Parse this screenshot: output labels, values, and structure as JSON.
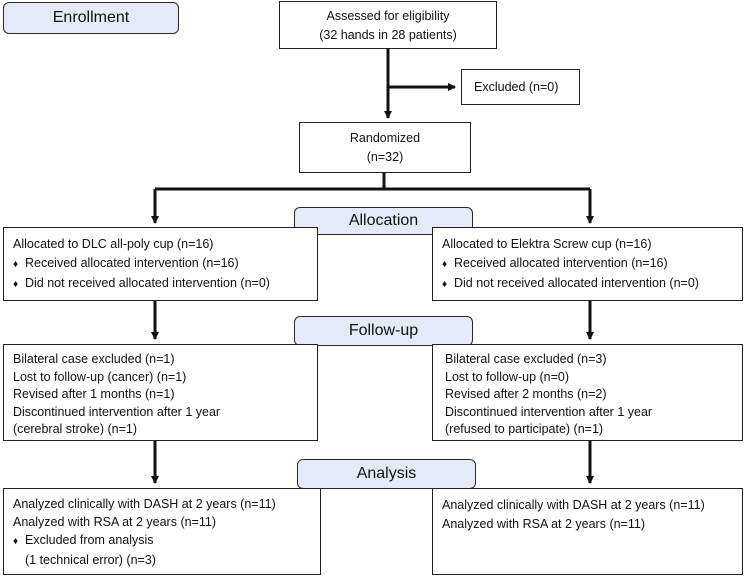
{
  "stages": {
    "enrollment": "Enrollment",
    "allocation": "Allocation",
    "followup": "Follow-up",
    "analysis": "Analysis"
  },
  "assessed": {
    "line1": "Assessed for eligibility",
    "line2": "(32 hands in 28 patients)"
  },
  "excluded": "Excluded (n=0)",
  "randomized": {
    "line1": "Randomized",
    "line2": "(n=32)"
  },
  "allocation_left": {
    "title": "Allocated to DLC all-poly cup (n=16)",
    "b1": "Received allocated intervention (n=16)",
    "b2": "Did not received allocated intervention (n=0)"
  },
  "allocation_right": {
    "title": "Allocated to Elektra Screw cup (n=16)",
    "b1": "Received allocated intervention (n=16)",
    "b2": "Did not received allocated intervention (n=0)"
  },
  "followup_left": {
    "l1": "Bilateral case excluded (n=1)",
    "l2": "Lost to follow-up (cancer) (n=1)",
    "l3": "Revised after 1 months (n=1)",
    "l4": "Discontinued intervention after 1 year",
    "l5": "(cerebral stroke) (n=1)"
  },
  "followup_right": {
    "l1": "Bilateral case excluded (n=3)",
    "l2": "Lost to follow-up (n=0)",
    "l3": "Revised after 2 months (n=2)",
    "l4": "Discontinued intervention after 1 year",
    "l5": "(refused to participate) (n=1)"
  },
  "analysis_left": {
    "l1": "Analyzed clinically with DASH at 2 years (n=11)",
    "l2": "Analyzed with RSA at 2 years (n=11)",
    "b1": "Excluded from analysis",
    "b1_cont": "(1 technical error) (n=3)"
  },
  "analysis_right": {
    "l1": "Analyzed clinically with DASH at 2 years (n=11)",
    "l2": "Analyzed with RSA at 2 years (n=11)"
  },
  "bullet_glyph": "♦",
  "colors": {
    "stage_fill": "#e4ebf6",
    "line": "#111111"
  }
}
